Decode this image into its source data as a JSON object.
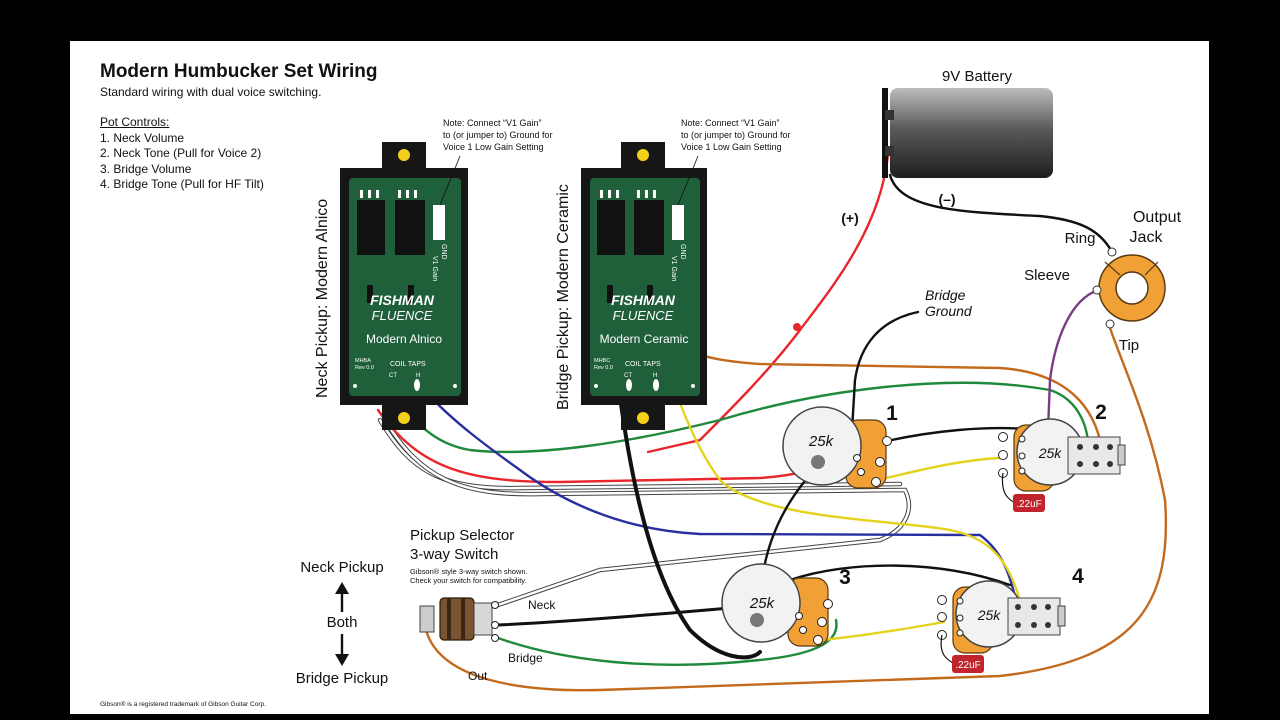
{
  "title": "Modern Humbucker Set Wiring",
  "subtitle": "Standard wiring with dual voice switching.",
  "pot_controls": {
    "heading": "Pot Controls:",
    "items": [
      "1. Neck Volume",
      "2. Neck Tone (Pull for Voice 2)",
      "3. Bridge Volume",
      "4. Bridge Tone (Pull for HF Tilt)"
    ]
  },
  "pickups": [
    {
      "side_label": "Neck Pickup:  Modern Alnico",
      "note_lines": [
        "Note: Connect “V1 Gain”",
        "to (or jumper to) Ground for",
        "Voice 1 Low Gain Setting"
      ],
      "brand": "FISHMAN",
      "sub_brand": "FLUENCE",
      "model": "Modern Alnico",
      "code_lines": [
        "MHBA",
        "Rev 0.0"
      ],
      "coil_taps": "COIL TAPS",
      "tap_labels": [
        "CT",
        "H"
      ],
      "pin_labels": [
        "GND",
        "V1 Gain"
      ]
    },
    {
      "side_label": "Bridge Pickup:  Modern Ceramic",
      "note_lines": [
        "Note: Connect “V1 Gain”",
        "to (or jumper to) Ground for",
        "Voice 1 Low Gain Setting"
      ],
      "brand": "FISHMAN",
      "sub_brand": "FLUENCE",
      "model": "Modern Ceramic",
      "code_lines": [
        "MHBC",
        "Rev 0.0"
      ],
      "coil_taps": "COIL TAPS",
      "tap_labels": [
        "CT",
        "H"
      ],
      "pin_labels": [
        "GND",
        "V1 Gain"
      ]
    }
  ],
  "battery": {
    "label": "9V Battery",
    "plus": "(+)",
    "minus": "(–)"
  },
  "output_jack": {
    "title_lines": [
      "Output",
      "Jack"
    ],
    "ring": "Ring",
    "sleeve": "Sleeve",
    "tip": "Tip"
  },
  "bridge_ground_lines": [
    "Bridge",
    "Ground"
  ],
  "pots": [
    {
      "number": "1",
      "value": "25k"
    },
    {
      "number": "2",
      "value": "25k",
      "cap": ".22uF"
    },
    {
      "number": "3",
      "value": "25k"
    },
    {
      "number": "4",
      "value": "25k",
      "cap": ".22uF"
    }
  ],
  "switch": {
    "title_lines": [
      "Pickup Selector",
      "3-way Switch"
    ],
    "note_lines": [
      "Gibson® style 3-way switch shown.",
      "Check your switch for compatibility."
    ],
    "neck": "Neck",
    "bridge": "Bridge",
    "out": "Out"
  },
  "positions": {
    "top": "Neck Pickup",
    "middle": "Both",
    "bottom": "Bridge Pickup"
  },
  "footer": "Gibson® is a registered trademark of Gibson Guitar Corp.",
  "colors": {
    "board_green": "#1f5f3a",
    "pickup_black": "#161616",
    "pot_orange": "#f0a035",
    "wire_red": "#e8262b",
    "wire_green": "#1f8a3b",
    "wire_blue": "#2a2fa0",
    "wire_yellow": "#e5d21a",
    "wire_brown": "#c46a1c",
    "wire_purple": "#7a3b84",
    "cap_red": "#c0242c"
  }
}
